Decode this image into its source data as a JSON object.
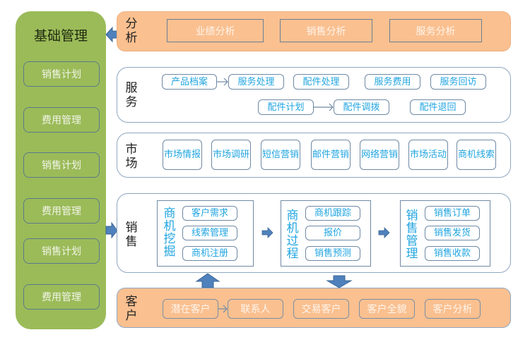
{
  "basic_management": {
    "title": "基础管理",
    "items": [
      {
        "label": "销售计划"
      },
      {
        "label": "费用管理"
      },
      {
        "label": "销售计划"
      },
      {
        "label": "费用管理"
      },
      {
        "label": "销售计划"
      },
      {
        "label": "费用管理"
      }
    ]
  },
  "analysis": {
    "label": "分析",
    "items": [
      {
        "label": "业绩分析"
      },
      {
        "label": "销售分析"
      },
      {
        "label": "服务分析"
      }
    ]
  },
  "service": {
    "label": "服务",
    "row1": [
      {
        "label": "产品档案"
      },
      {
        "label": "服务处理"
      },
      {
        "label": "配件处理"
      },
      {
        "label": "服务费用"
      },
      {
        "label": "服务回访"
      }
    ],
    "row2": [
      {
        "label": "配件计划"
      },
      {
        "label": "配件调拨"
      },
      {
        "label": "配件退回"
      }
    ]
  },
  "market": {
    "label": "市场",
    "items": [
      {
        "line1": "市场",
        "line2": "情报"
      },
      {
        "line1": "市场",
        "line2": "调研"
      },
      {
        "line1": "短信",
        "line2": "营销"
      },
      {
        "line1": "邮件",
        "line2": "营销"
      },
      {
        "line1": "网络",
        "line2": "营销"
      },
      {
        "line1": "市场",
        "line2": "活动"
      },
      {
        "line1": "商机",
        "line2": "线索"
      }
    ]
  },
  "sales": {
    "label": "销售",
    "groups": [
      {
        "title": "商机挖掘",
        "items": [
          {
            "label": "客户需求"
          },
          {
            "label": "线索管理"
          },
          {
            "label": "商机注册"
          }
        ]
      },
      {
        "title": "商机过程",
        "items": [
          {
            "label": "商机跟踪"
          },
          {
            "label": "报价"
          },
          {
            "label": "销售预测"
          }
        ]
      },
      {
        "title": "销售管理",
        "items": [
          {
            "label": "销售订单"
          },
          {
            "label": "销售发货"
          },
          {
            "label": "销售收款"
          }
        ]
      }
    ]
  },
  "customer": {
    "label": "客户",
    "items": [
      {
        "label": "潜在客户"
      },
      {
        "label": "联系人"
      },
      {
        "label": "交易客户"
      },
      {
        "label": "客户全貌"
      },
      {
        "label": "客户分析"
      }
    ]
  },
  "colors": {
    "green": "#9bbb59",
    "orange": "#fac090",
    "text_blue": "#21a5e0",
    "arrow_blue": "#4f81bd"
  }
}
